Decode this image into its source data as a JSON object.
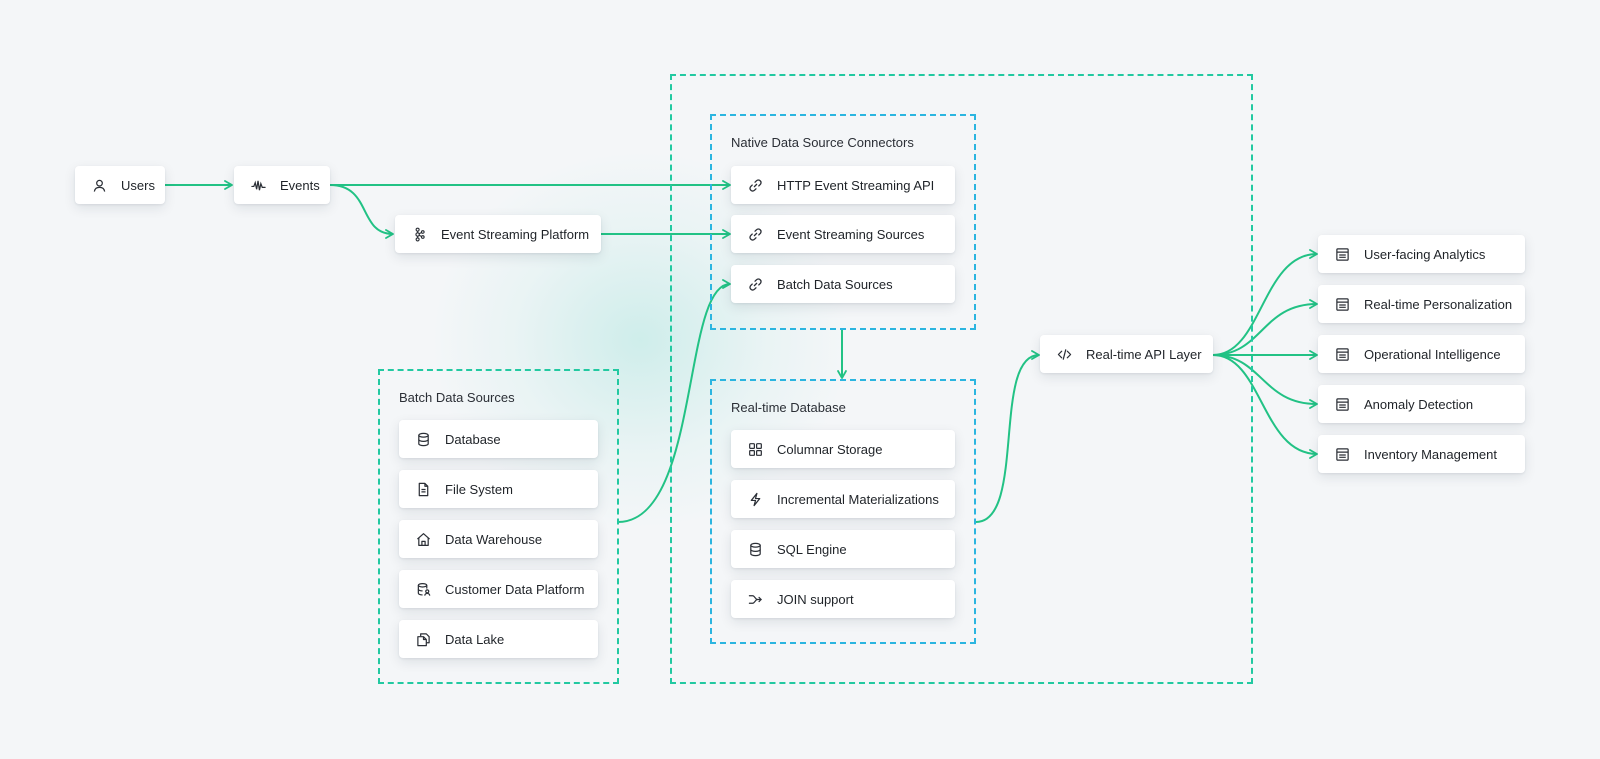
{
  "nodes": {
    "users": {
      "label": "Users",
      "icon": "user-icon"
    },
    "events": {
      "label": "Events",
      "icon": "signal-wave-icon"
    },
    "event_streaming_platform": {
      "label": "Event Streaming Platform",
      "icon": "kafka-icon"
    },
    "api_layer": {
      "label": "Real-time API Layer",
      "icon": "code-icon"
    }
  },
  "groups": {
    "connectors": {
      "title": "Native Data Source Connectors",
      "items": [
        {
          "label": "HTTP Event Streaming API",
          "icon": "link-icon"
        },
        {
          "label": "Event Streaming Sources",
          "icon": "link-icon"
        },
        {
          "label": "Batch Data Sources",
          "icon": "link-icon"
        }
      ]
    },
    "batch_sources": {
      "title": "Batch Data Sources",
      "items": [
        {
          "label": "Database",
          "icon": "database-icon"
        },
        {
          "label": "File System",
          "icon": "file-icon"
        },
        {
          "label": "Data Warehouse",
          "icon": "warehouse-icon"
        },
        {
          "label": "Customer Data Platform",
          "icon": "customer-data-icon"
        },
        {
          "label": "Data Lake",
          "icon": "data-lake-icon"
        }
      ]
    },
    "realtime_db": {
      "title": "Real-time Database",
      "items": [
        {
          "label": "Columnar Storage",
          "icon": "grid-icon"
        },
        {
          "label": "Incremental Materializations",
          "icon": "lightning-icon"
        },
        {
          "label": "SQL Engine",
          "icon": "database-icon"
        },
        {
          "label": "JOIN support",
          "icon": "join-icon"
        }
      ]
    }
  },
  "outputs": [
    {
      "label": "User-facing Analytics",
      "icon": "browser-window-icon"
    },
    {
      "label": "Real-time Personalization",
      "icon": "browser-window-icon"
    },
    {
      "label": "Operational Intelligence",
      "icon": "browser-window-icon"
    },
    {
      "label": "Anomaly Detection",
      "icon": "browser-window-icon"
    },
    {
      "label": "Inventory Management",
      "icon": "browser-window-icon"
    }
  ],
  "colors": {
    "arrow": "#22c285",
    "group_border_green": "#22c9a1",
    "group_border_blue": "#2bb5e0",
    "background": "#f4f6f8"
  }
}
